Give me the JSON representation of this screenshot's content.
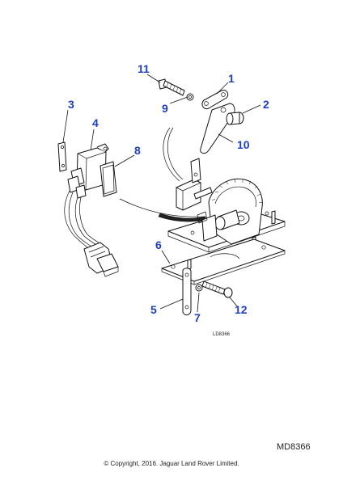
{
  "callouts": {
    "c1": "1",
    "c2": "2",
    "c3": "3",
    "c4": "4",
    "c5": "5",
    "c6": "6",
    "c7": "7",
    "c8": "8",
    "c9": "9",
    "c10": "10",
    "c11": "11",
    "c12": "12"
  },
  "drawing_ref": "LD8366",
  "diagram_code": "MD8366",
  "copyright": "© Copyright, 2016. Jaguar Land Rover Limited.",
  "colors": {
    "callout": "#1f3fbf",
    "line": "#111111",
    "background": "#ffffff"
  }
}
